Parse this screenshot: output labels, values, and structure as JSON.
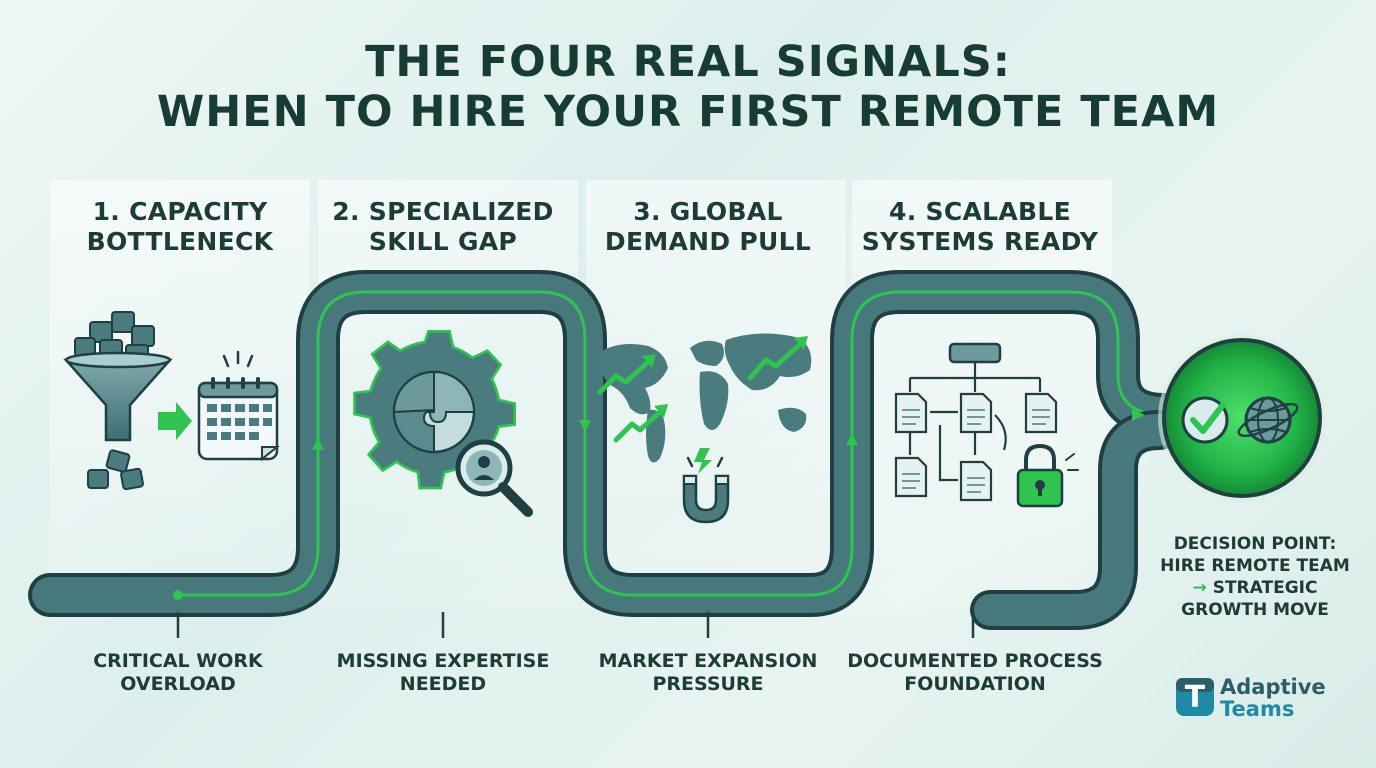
{
  "title": {
    "line1": "THE FOUR REAL SIGNALS:",
    "line2": "WHEN TO HIRE YOUR FIRST REMOTE TEAM"
  },
  "signals": [
    {
      "title_line1": "1. CAPACITY",
      "title_line2": "BOTTLENECK",
      "caption_line1": "CRITICAL WORK",
      "caption_line2": "OVERLOAD",
      "icon": "funnel-calendar-icon"
    },
    {
      "title_line1": "2. SPECIALIZED",
      "title_line2": "SKILL GAP",
      "caption_line1": "MISSING EXPERTISE",
      "caption_line2": "NEEDED",
      "icon": "gear-puzzle-magnifier-icon"
    },
    {
      "title_line1": "3. GLOBAL",
      "title_line2": "DEMAND PULL",
      "caption_line1": "MARKET EXPANSION",
      "caption_line2": "PRESSURE",
      "icon": "world-map-magnet-icon"
    },
    {
      "title_line1": "4. SCALABLE",
      "title_line2": "SYSTEMS READY",
      "caption_line1": "DOCUMENTED PROCESS",
      "caption_line2": "FOUNDATION",
      "icon": "process-flowchart-lock-icon"
    }
  ],
  "decision": {
    "line1": "DECISION POINT:",
    "line2": "HIRE REMOTE TEAM",
    "arrow": "→",
    "line3": "STRATEGIC",
    "line4": "GROWTH MOVE",
    "icon": "checkmark-globe-icon"
  },
  "logo": {
    "mark": "T",
    "line1": "Adaptive",
    "line2": "Teams"
  },
  "colors": {
    "track": "#3d6f74",
    "track_dark": "#1f3f42",
    "accent_green": "#2fc450",
    "text": "#1d3c37"
  }
}
